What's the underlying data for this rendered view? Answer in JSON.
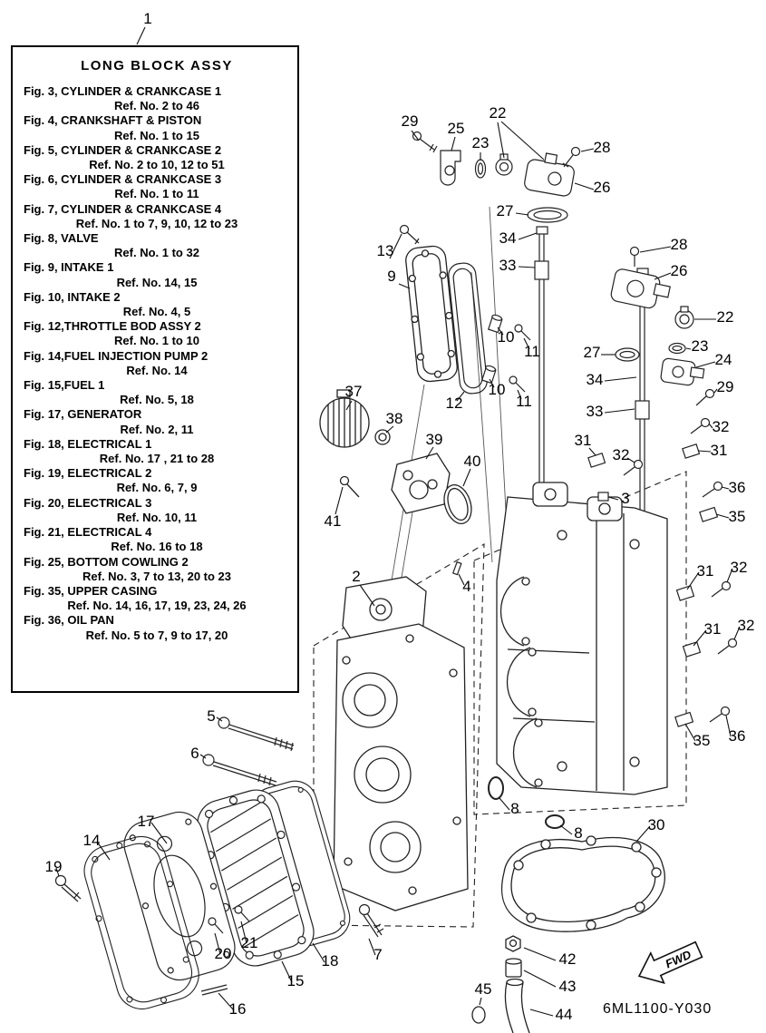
{
  "legend": {
    "title": "LONG  BLOCK ASSY",
    "entries": [
      {
        "fig": "Fig. 3, CYLINDER & CRANKCASE 1",
        "ref": "Ref. No. 2 to 46"
      },
      {
        "fig": "Fig. 4, CRANKSHAFT & PISTON",
        "ref": "Ref. No. 1 to 15"
      },
      {
        "fig": "Fig. 5, CYLINDER & CRANKCASE 2",
        "ref": "Ref. No. 2 to 10, 12 to 51"
      },
      {
        "fig": "Fig. 6, CYLINDER & CRANKCASE 3",
        "ref": "Ref. No. 1 to 11"
      },
      {
        "fig": "Fig. 7, CYLINDER & CRANKCASE 4",
        "ref": "Ref. No. 1 to 7, 9, 10, 12 to 23"
      },
      {
        "fig": "Fig. 8, VALVE",
        "ref": "Ref. No. 1 to 32"
      },
      {
        "fig": "Fig. 9, INTAKE 1",
        "ref": "Ref. No. 14, 15"
      },
      {
        "fig": "Fig. 10, INTAKE 2",
        "ref": "Ref. No. 4, 5"
      },
      {
        "fig": "Fig. 12,THROTTLE BOD ASSY 2",
        "ref": "Ref. No. 1 to 10"
      },
      {
        "fig": "Fig. 14,FUEL INJECTION PUMP 2",
        "ref": "Ref. No. 14"
      },
      {
        "fig": "Fig. 15,FUEL 1",
        "ref": "Ref. No. 5, 18"
      },
      {
        "fig": "Fig. 17, GENERATOR",
        "ref": "Ref. No. 2, 11"
      },
      {
        "fig": "Fig. 18, ELECTRICAL 1",
        "ref": "Ref. No. 17 , 21 to 28"
      },
      {
        "fig": "Fig. 19, ELECTRICAL 2",
        "ref": "Ref. No. 6, 7, 9"
      },
      {
        "fig": "Fig. 20, ELECTRICAL 3",
        "ref": "Ref. No. 10, 11"
      },
      {
        "fig": "Fig. 21, ELECTRICAL 4",
        "ref": "Ref. No. 16 to 18"
      },
      {
        "fig": "Fig. 25, BOTTOM COWLING 2",
        "ref": "Ref. No. 3, 7 to 13, 20 to 23"
      },
      {
        "fig": "Fig. 35, UPPER CASING",
        "ref": "Ref. No. 14, 16, 17, 19, 23, 24, 26"
      },
      {
        "fig": "Fig. 36, OIL PAN",
        "ref": "Ref. No. 5 to 7, 9 to 17, 20"
      }
    ]
  },
  "callouts": [
    {
      "label": "1"
    },
    {
      "label": "29"
    },
    {
      "label": "25"
    },
    {
      "label": "23"
    },
    {
      "label": "22"
    },
    {
      "label": "28"
    },
    {
      "label": "26"
    },
    {
      "label": "27"
    },
    {
      "label": "13"
    },
    {
      "label": "34"
    },
    {
      "label": "33"
    },
    {
      "label": "9"
    },
    {
      "label": "28"
    },
    {
      "label": "26"
    },
    {
      "label": "22"
    },
    {
      "label": "23"
    },
    {
      "label": "24"
    },
    {
      "label": "27"
    },
    {
      "label": "34"
    },
    {
      "label": "29"
    },
    {
      "label": "33"
    },
    {
      "label": "10"
    },
    {
      "label": "11"
    },
    {
      "label": "12"
    },
    {
      "label": "10"
    },
    {
      "label": "11"
    },
    {
      "label": "37"
    },
    {
      "label": "38"
    },
    {
      "label": "39"
    },
    {
      "label": "40"
    },
    {
      "label": "32"
    },
    {
      "label": "31"
    },
    {
      "label": "32"
    },
    {
      "label": "31"
    },
    {
      "label": "36"
    },
    {
      "label": "35"
    },
    {
      "label": "3"
    },
    {
      "label": "41"
    },
    {
      "label": "2"
    },
    {
      "label": "4"
    },
    {
      "label": "31"
    },
    {
      "label": "32"
    },
    {
      "label": "31"
    },
    {
      "label": "32"
    },
    {
      "label": "5"
    },
    {
      "label": "6"
    },
    {
      "label": "35"
    },
    {
      "label": "36"
    },
    {
      "label": "8"
    },
    {
      "label": "8"
    },
    {
      "label": "30"
    },
    {
      "label": "17"
    },
    {
      "label": "14"
    },
    {
      "label": "19"
    },
    {
      "label": "20"
    },
    {
      "label": "21"
    },
    {
      "label": "18"
    },
    {
      "label": "15"
    },
    {
      "label": "16"
    },
    {
      "label": "7"
    },
    {
      "label": "42"
    },
    {
      "label": "43"
    },
    {
      "label": "45"
    },
    {
      "label": "44"
    }
  ],
  "footer": {
    "drawing_code": "6ML1100-Y030",
    "fwd_label": "FWD"
  }
}
